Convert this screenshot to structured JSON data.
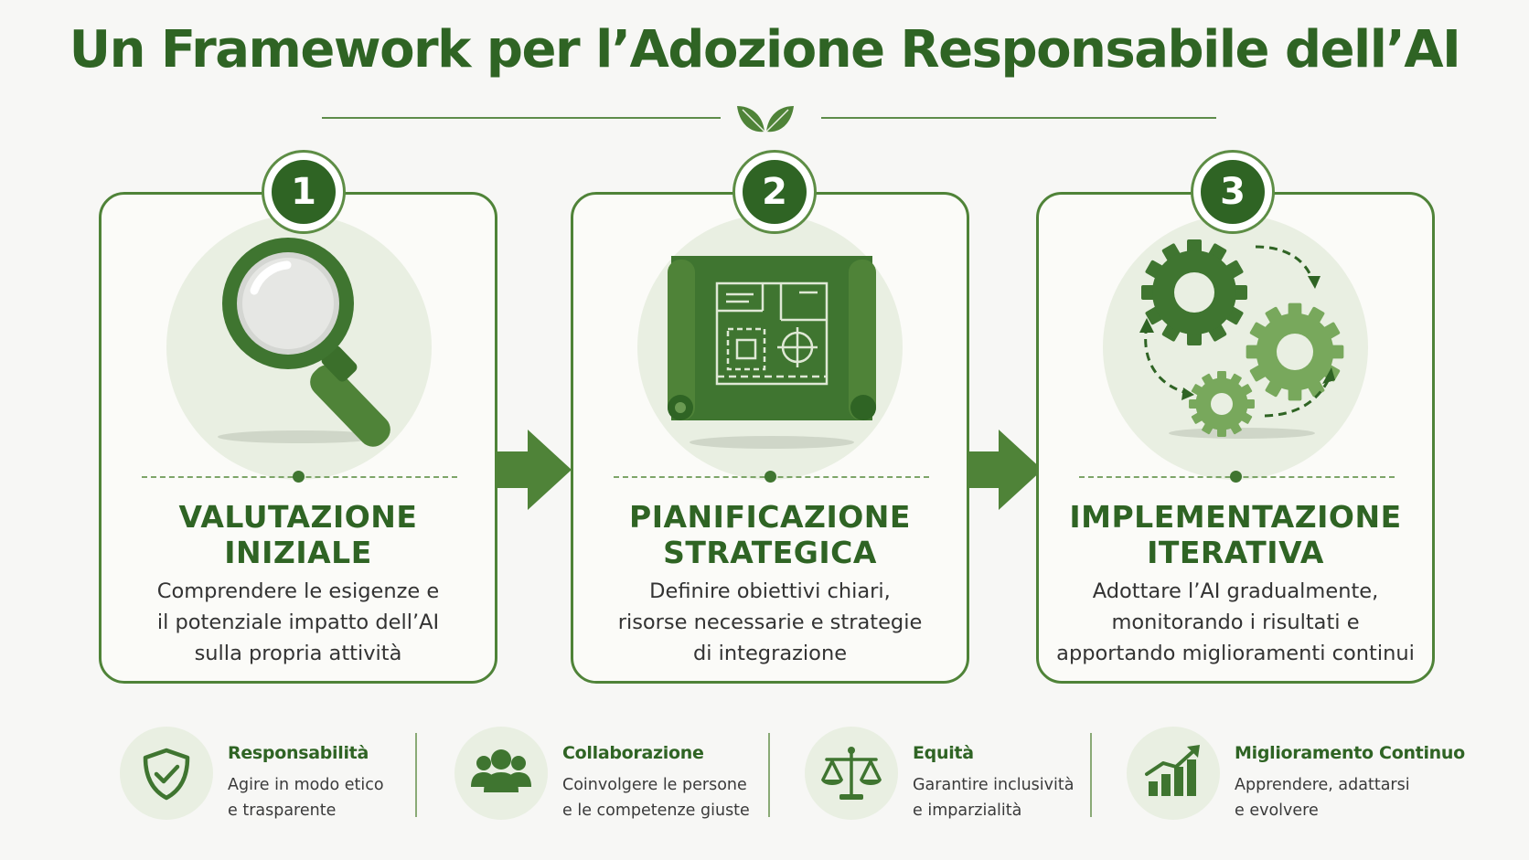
{
  "title": "Un Framework per l’Adozione Responsabile dell’AI",
  "colors": {
    "primary": "#2f6424",
    "accent": "#5e8c4a",
    "light": "#e9efe2"
  },
  "steps": [
    {
      "number": "1",
      "icon": "magnifying-glass-icon",
      "title_line1": "VALUTAZIONE",
      "title_line2": "INIZIALE",
      "desc_line1": "Comprendere le esigenze e",
      "desc_line2": "il potenziale impatto dell’AI",
      "desc_line3": "sulla propria attività"
    },
    {
      "number": "2",
      "icon": "blueprint-icon",
      "title_line1": "PIANIFICAZIONE",
      "title_line2": "STRATEGICA",
      "desc_line1": "Definire obiettivi chiari,",
      "desc_line2": "risorse necessarie e strategie",
      "desc_line3": "di integrazione"
    },
    {
      "number": "3",
      "icon": "gears-icon",
      "title_line1": "IMPLEMENTAZIONE",
      "title_line2": "ITERATIVA",
      "desc_line1": "Adottare l’AI gradualmente,",
      "desc_line2": "monitorando i risultati e",
      "desc_line3": "apportando miglioramenti continui"
    }
  ],
  "principles": [
    {
      "icon": "shield-check-icon",
      "title": "Responsabilità",
      "desc_line1": "Agire in modo etico",
      "desc_line2": "e trasparente"
    },
    {
      "icon": "people-icon",
      "title": "Collaborazione",
      "desc_line1": "Coinvolgere le persone",
      "desc_line2": "e le competenze giuste"
    },
    {
      "icon": "balance-scale-icon",
      "title": "Equità",
      "desc_line1": "Garantire inclusività",
      "desc_line2": "e imparzialità"
    },
    {
      "icon": "growth-chart-icon",
      "title": "Miglioramento Continuo",
      "desc_line1": "Apprendere, adattarsi",
      "desc_line2": "e evolvere"
    }
  ]
}
